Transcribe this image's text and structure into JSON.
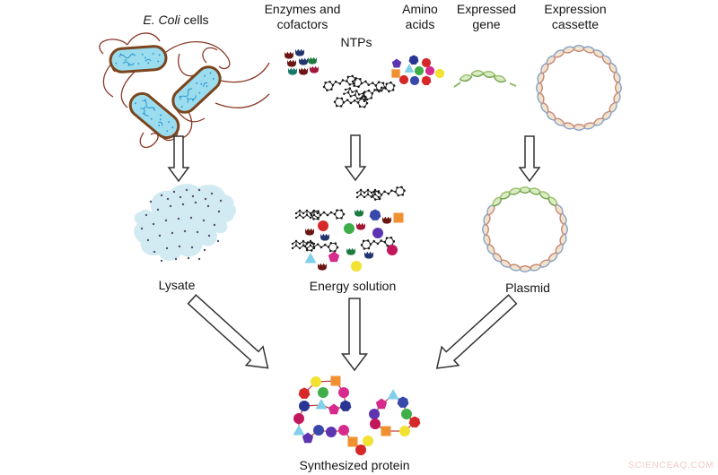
{
  "figure_title": "Cell-free protein synthesis workflow diagram",
  "labels": {
    "ecoli_italic": "E. Coli",
    "ecoli_rest": " cells",
    "enzymes": "Enzymes and\ncofactors",
    "ntps": "NTPs",
    "amino_acids": "Amino\nacids",
    "expressed_gene": "Expressed\ngene",
    "expression_cassette": "Expression\ncassette",
    "lysate": "Lysate",
    "energy_solution": "Energy solution",
    "plasmid": "Plasmid",
    "synthesized_protein": "Synthesized protein"
  },
  "watermark": "SCIENCEAQ.COM",
  "palette": {
    "cell_fill": "#9bdcee",
    "cell_membrane": "#7a451f",
    "flagella": "#8a3a28",
    "lysate_fill": "#d2ebf2",
    "lysate_dots": "#56506e",
    "dna_fill": "#f2e3cc",
    "dna_strand_blue": "#8ba3c7",
    "dna_strand_red": "#c58a78",
    "gene_green_fill": "#d9ecc2",
    "gene_green_stroke": "#8fb96a",
    "arrow_outline": "#333333",
    "molecule_black": "#1c1c1c",
    "shape_red": "#d62828",
    "shape_green": "#3fae49",
    "shape_yellow": "#f2e232",
    "shape_orange": "#f09030",
    "shape_magenta": "#d62a8c",
    "shape_navy": "#283593",
    "shape_royal": "#3949ab",
    "shape_purple": "#5e35b1",
    "shape_crimson": "#c2185b",
    "shape_lightblue": "#81cfe8",
    "watermark_pink": "#f1cbc8"
  }
}
